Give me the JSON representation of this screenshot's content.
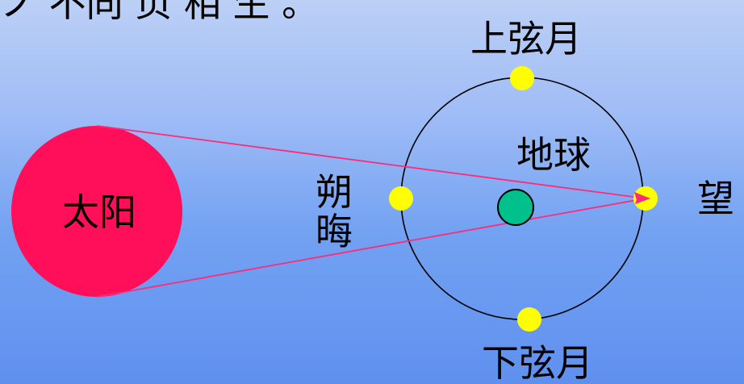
{
  "top_text_partial": "ノ 不同 页 相 生 。",
  "labels": {
    "sun": "太阳",
    "earth": "地球",
    "first_quarter": "上弦月",
    "last_quarter": "下弦月",
    "new_moon_1": "朔",
    "new_moon_2": "晦",
    "full_moon": "望"
  },
  "colors": {
    "sun": "#ff0f5a",
    "moon": "#ffff00",
    "earth": "#00c08c",
    "ray": "#ff2a7a",
    "orbit": "#000000"
  }
}
